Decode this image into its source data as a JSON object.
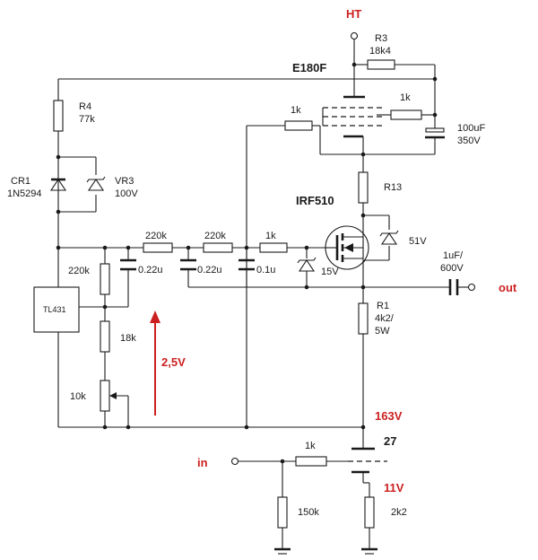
{
  "labels": {
    "ht": "HT",
    "r3_name": "R3",
    "r3_value": "18k4",
    "tube": "E180F",
    "r_grid2": "1k",
    "r_grid1": "1k",
    "c_ht": "100uF",
    "c_ht_v": "350V",
    "r4_name": "R4",
    "r4_value": "77k",
    "cr1_name": "CR1",
    "cr1_part": "1N5294",
    "vr3_name": "VR3",
    "vr3_value": "100V",
    "r13": "R13",
    "mosfet": "IRF510",
    "r220_1": "220k",
    "r220_2": "220k",
    "r1k_gate": "1k",
    "z51": "51V",
    "r220_3": "220k",
    "c1": "0.22u",
    "c2": "0.22u",
    "c3": "0.1u",
    "z15": "15V",
    "c_out": "1uF/",
    "c_out_v": "600V",
    "out": "out",
    "tl431": "TL431",
    "r1_name": "R1",
    "r1_value": "4k2/",
    "r1_power": "5W",
    "r18k": "18k",
    "v25": "2,5V",
    "r10k": "10k",
    "v163": "163V",
    "r_in": "1k",
    "tube_num": "27",
    "in": "in",
    "v11": "11V",
    "r150k": "150k",
    "r2k2": "2k2"
  },
  "colors": {
    "wire": "#1a1a1a",
    "accent": "#cc1f1f",
    "background": "#ffffff"
  }
}
